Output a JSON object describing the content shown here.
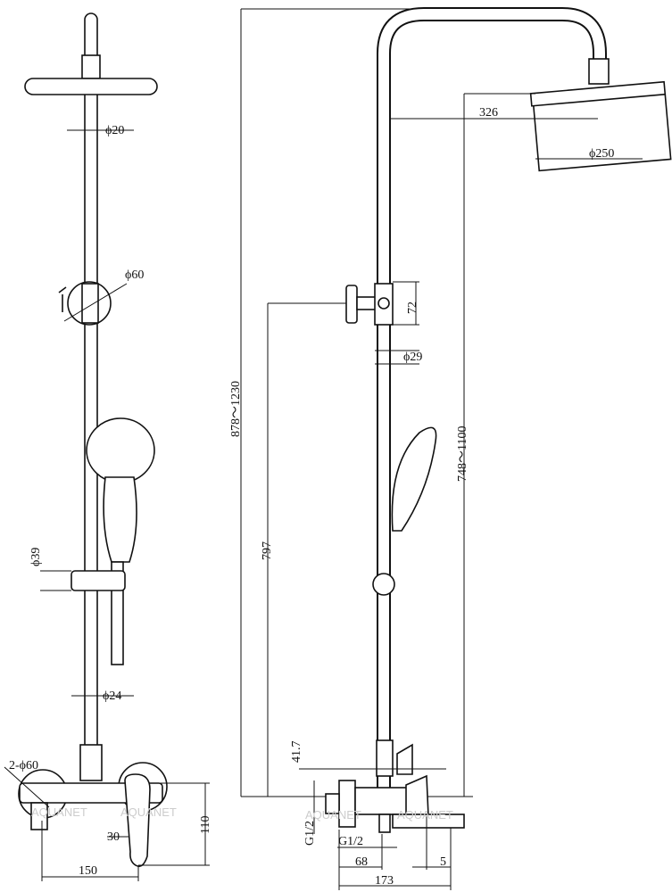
{
  "watermark": "AQUANET",
  "left_view": {
    "pipe_diameter": "ϕ20",
    "holder_diameter": "ϕ60",
    "slider_diameter": "ϕ39",
    "hose_diameter": "ϕ24",
    "flange_diameter": "2-ϕ60",
    "mixer_height": "110",
    "handle_offset": "30",
    "mixer_width": "150"
  },
  "right_view": {
    "total_height": "878～1230",
    "head_reach": "326",
    "head_diameter": "ϕ250",
    "bracket_height": "72",
    "rod_diameter": "ϕ29",
    "bracket_to_mixer": "797",
    "head_to_mixer": "748～1100",
    "outlet_offset": "41.7",
    "inlet_thread_vertical": "G1/2",
    "outlet_thread": "G1/2",
    "inlet_depth": "68",
    "spout_offset": "5",
    "spout_depth": "173"
  }
}
